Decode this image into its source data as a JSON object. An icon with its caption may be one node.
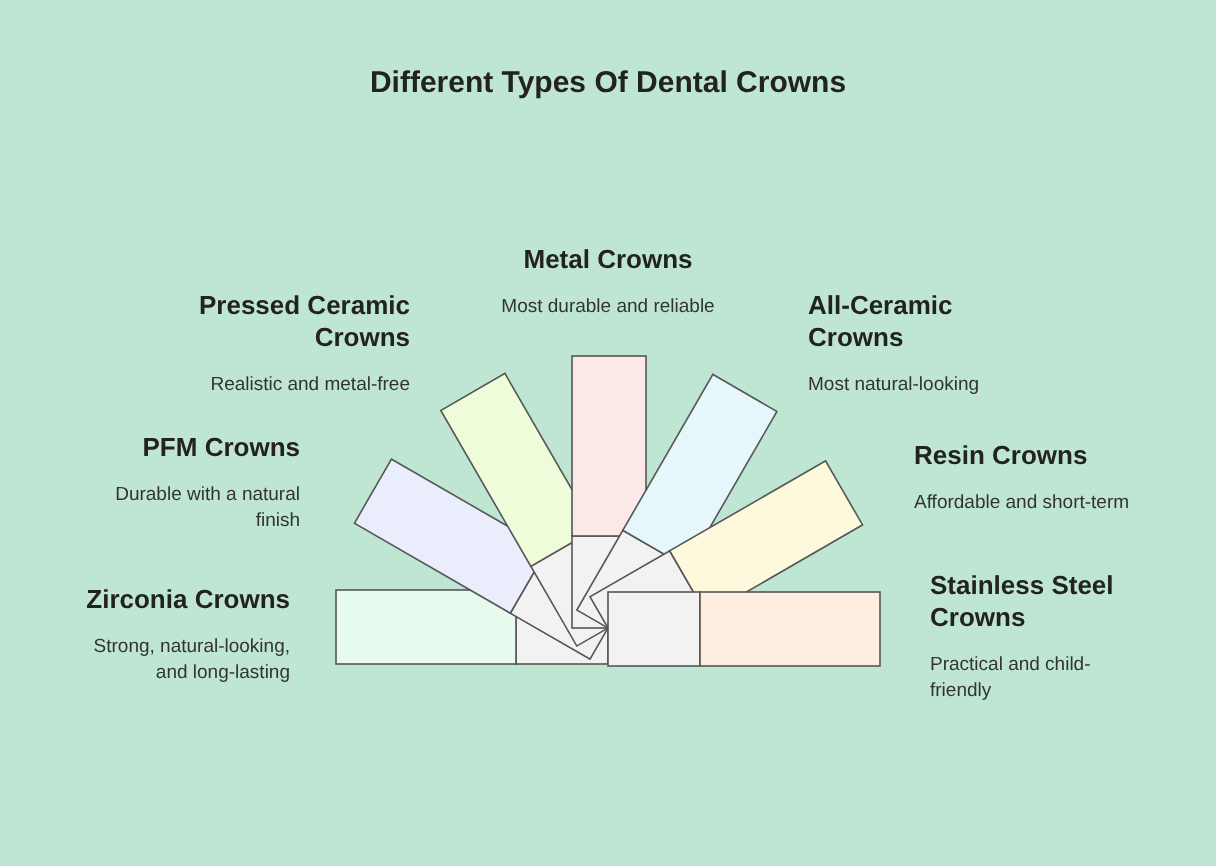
{
  "diagram": {
    "title": "Different Types Of Dental Crowns",
    "nodes": [
      {
        "text": [
          "Zirconia Crowns",
          "Strong, natural-looking, and long-lasting"
        ]
      },
      {
        "text": [
          "PFM Crowns",
          "Durable with a natural finish"
        ]
      },
      {
        "text": [
          "Pressed Ceramic Crowns",
          "Realistic and metal-free"
        ]
      },
      {
        "text": [
          "Metal Crowns",
          "Most durable and reliable"
        ]
      },
      {
        "text": [
          "All-Ceramic Crowns",
          "Most natural-looking"
        ]
      },
      {
        "text": [
          "Resin Crowns",
          "Affordable and short-term"
        ]
      },
      {
        "text": [
          "Stainless Steel Crowns",
          "Practical and child-friendly"
        ]
      }
    ],
    "edges": []
  }
}
